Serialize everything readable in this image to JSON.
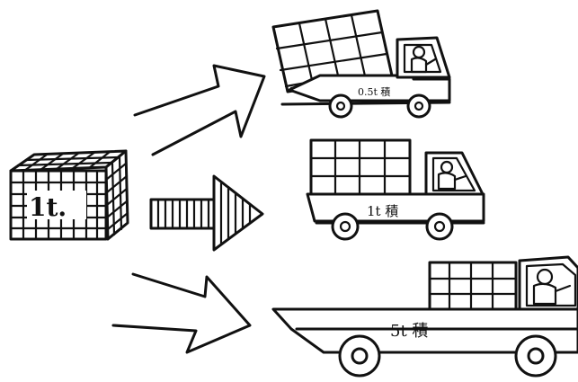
{
  "cargo": {
    "label": "1t."
  },
  "trucks": [
    {
      "label": "0.5t 積"
    },
    {
      "label": "1t 積"
    },
    {
      "label": "5t 積"
    }
  ]
}
